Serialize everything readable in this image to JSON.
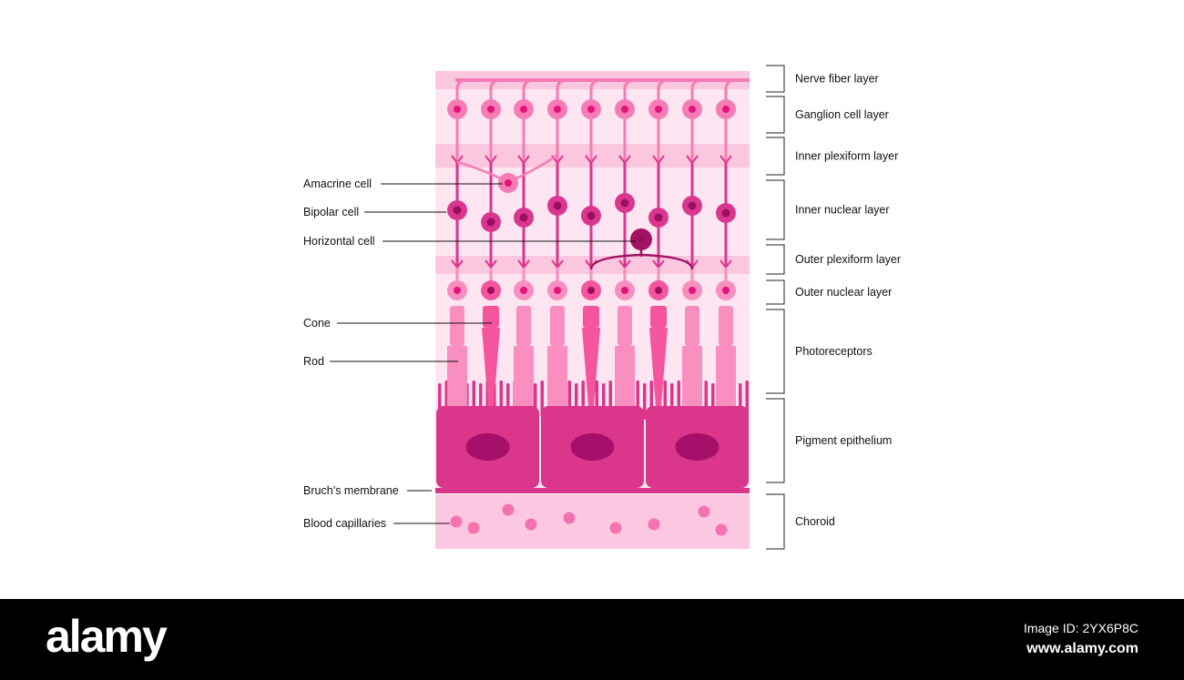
{
  "diagram": {
    "left_labels": [
      {
        "id": "amacrine",
        "text": "Amacrine cell"
      },
      {
        "id": "bipolar",
        "text": "Bipolar cell"
      },
      {
        "id": "horizontal",
        "text": "Horizontal cell"
      },
      {
        "id": "cone",
        "text": "Cone"
      },
      {
        "id": "rod",
        "text": "Rod"
      },
      {
        "id": "bruch",
        "text": "Bruch’s membrane"
      },
      {
        "id": "capillaries",
        "text": "Blood capillaries"
      }
    ],
    "right_labels": [
      {
        "id": "nerve-fiber",
        "text": "Nerve fiber layer"
      },
      {
        "id": "ganglion",
        "text": "Ganglion cell layer"
      },
      {
        "id": "inner-plexiform",
        "text": "Inner plexiform layer"
      },
      {
        "id": "inner-nuclear",
        "text": "Inner nuclear layer"
      },
      {
        "id": "outer-plexiform",
        "text": "Outer plexiform layer"
      },
      {
        "id": "outer-nuclear",
        "text": "Outer nuclear layer"
      },
      {
        "id": "photoreceptors",
        "text": "Photoreceptors"
      },
      {
        "id": "pigment",
        "text": "Pigment epithelium"
      },
      {
        "id": "choroid",
        "text": "Choroid"
      }
    ],
    "colors": {
      "light_bg": "#fde6f1",
      "band": "#fbc7df",
      "axon": "#f57bb5",
      "bipolar": "#d9378f",
      "bipolar_nucleus": "#9c0f5f",
      "ganglion": "#f77cb6",
      "ganglion_nucleus": "#e0147a",
      "horizontal": "#a11462",
      "rod": "#f98ec0",
      "cone": "#f5559c",
      "epithelium": "#d9368c",
      "epithelium_nucleus": "#a6106a",
      "choroid": "#fcc8e1",
      "capillary": "#f472b0"
    }
  },
  "footer": {
    "brand": "alamy",
    "image_code": "Image ID: 2YX6P8C",
    "url": "www.alamy.com"
  }
}
